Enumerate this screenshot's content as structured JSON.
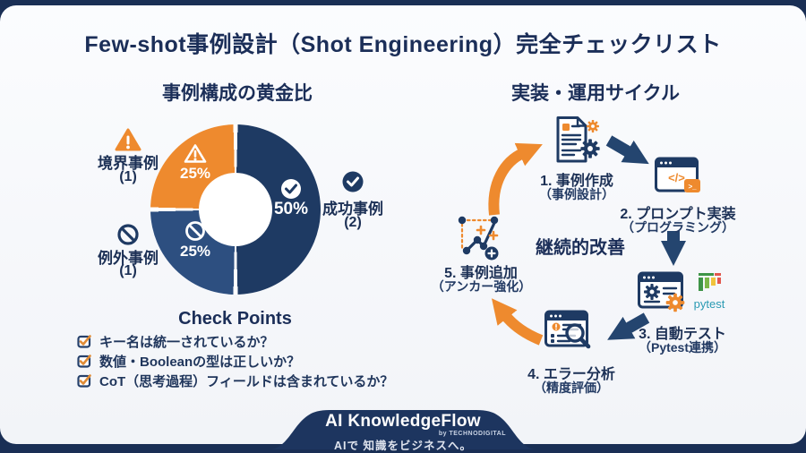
{
  "title": "Few-shot事例設計（Shot Engineering）完全チェックリスト",
  "colors": {
    "navy": "#1e3a63",
    "mid_blue": "#2d4f80",
    "orange": "#ee8a2e",
    "background": "#f2f4f8",
    "badge_navy": "#1d355f"
  },
  "left": {
    "chart_title": "事例構成の黄金比",
    "segments": {
      "success_pct": "50%",
      "boundary_pct": "25%",
      "exception_pct": "25%"
    },
    "labels": {
      "boundary": {
        "name": "境界事例",
        "count": "(1)"
      },
      "exception": {
        "name": "例外事例",
        "count": "(1)"
      },
      "success": {
        "name": "成功事例",
        "count": "(2)"
      }
    },
    "check_points": {
      "heading": "Check Points",
      "items": [
        "キー名は統一されているか？",
        "数値・Booleanの型は正しいか？",
        "CoT（思考過程）フィールドは含まれているか？"
      ]
    }
  },
  "right": {
    "section_title": "実装・運用サイクル",
    "center_label": "継続的改善",
    "pytest_label": "pytest",
    "icon_glyphs": {
      "code": "</>",
      "terminal": ">_"
    },
    "steps": [
      {
        "label": "1. 事例作成",
        "sub": "（事例設計）"
      },
      {
        "label": "2. プロンプト実装",
        "sub": "（プログラミング）"
      },
      {
        "label": "3. 自動テスト",
        "sub": "（Pytest連携）"
      },
      {
        "label": "4. エラー分析",
        "sub": "（精度評価）"
      },
      {
        "label": "5. 事例追加",
        "sub": "（アンカー強化）"
      }
    ]
  },
  "footer": {
    "brand": "AI KnowledgeFlow",
    "byline": "by TECHNODIGITAL",
    "tagline": "AIで 知識をビジネスへ。"
  },
  "chart_data": {
    "type": "pie",
    "donut": true,
    "title": "事例構成の黄金比",
    "categories": [
      "成功事例",
      "境界事例",
      "例外事例"
    ],
    "values": [
      50,
      25,
      25
    ],
    "counts": [
      2,
      1,
      1
    ],
    "colors": [
      "#1e3a63",
      "#ee8a2e",
      "#2d4f80"
    ],
    "legend_position": "sides"
  }
}
